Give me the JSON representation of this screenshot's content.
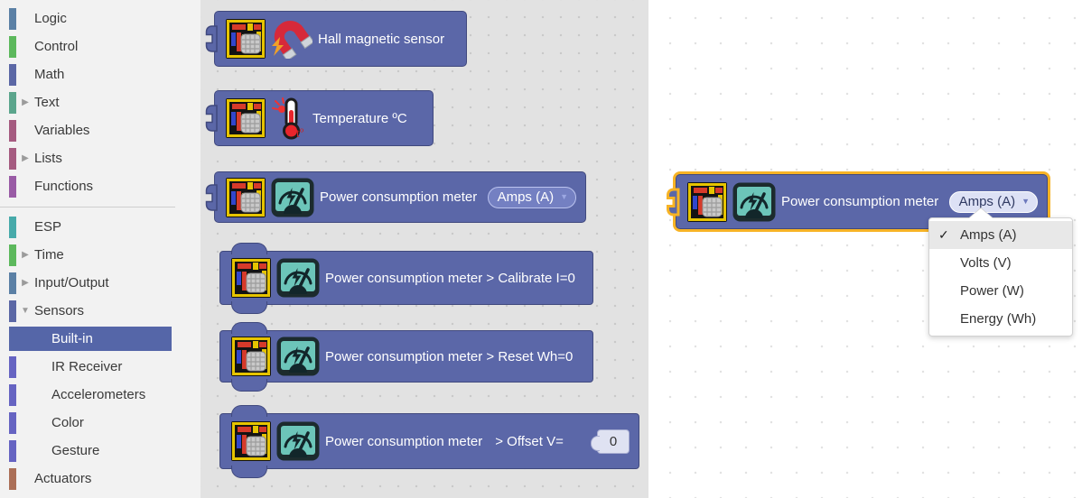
{
  "sidebar": {
    "items": [
      {
        "label": "Logic",
        "color": "#5b80a5"
      },
      {
        "label": "Control",
        "color": "#5cb85c"
      },
      {
        "label": "Math",
        "color": "#5b67a5"
      },
      {
        "label": "Text",
        "color": "#5ba58c",
        "arrow": "right"
      },
      {
        "label": "Variables",
        "color": "#a55b80"
      },
      {
        "label": "Lists",
        "color": "#a55b80",
        "arrow": "right"
      },
      {
        "label": "Functions",
        "color": "#995ba5"
      },
      {
        "type": "separator"
      },
      {
        "label": "ESP",
        "color": "#47aaaa"
      },
      {
        "label": "Time",
        "color": "#5cb85c",
        "arrow": "right"
      },
      {
        "label": "Input/Output",
        "color": "#5b80a5",
        "arrow": "right"
      },
      {
        "label": "Sensors",
        "color": "#5b67a5",
        "arrow": "down"
      },
      {
        "label": "Built-in",
        "color": "#5566a8",
        "indent": true,
        "selected": true
      },
      {
        "label": "IR Receiver",
        "color": "#6664c2",
        "indent": true
      },
      {
        "label": "Accelerometers",
        "color": "#6664c2",
        "indent": true
      },
      {
        "label": "Color",
        "color": "#6664c2",
        "indent": true
      },
      {
        "label": "Gesture",
        "color": "#6664c2",
        "indent": true
      },
      {
        "label": "Actuators",
        "color": "#ab6f57"
      }
    ]
  },
  "blocks": {
    "hall": {
      "label": "Hall magnetic sensor",
      "icons": [
        "esp-board-icon",
        "magnet-icon"
      ]
    },
    "temperature": {
      "label": "Temperature ºC",
      "icons": [
        "esp-board-icon",
        "thermometer-icon"
      ]
    },
    "power_meter": {
      "label": "Power consumption meter",
      "dropdown_value": "Amps (A)",
      "icons": [
        "esp-board-icon",
        "power-meter-icon"
      ]
    },
    "calibrate": {
      "label": "Power consumption meter > Calibrate I=0",
      "icons": [
        "esp-board-icon",
        "power-meter-icon"
      ]
    },
    "reset": {
      "label": "Power consumption meter > Reset Wh=0",
      "icons": [
        "esp-board-icon",
        "power-meter-icon"
      ]
    },
    "offset": {
      "label": "Power consumption meter",
      "label2": "> Offset V=",
      "value": "0",
      "icons": [
        "esp-board-icon",
        "power-meter-icon"
      ]
    }
  },
  "workspace": {
    "selected_block": {
      "label": "Power consumption meter",
      "dropdown_value": "Amps (A)",
      "selected": true
    },
    "dropdown_menu": {
      "items": [
        {
          "label": "Amps (A)",
          "checked": true,
          "highlighted": true
        },
        {
          "label": "Volts (V)"
        },
        {
          "label": "Power (W)"
        },
        {
          "label": "Energy (Wh)"
        }
      ]
    }
  },
  "colors": {
    "block_fill": "#5b67a8",
    "block_border": "#40497e",
    "selection_highlight": "#f7b325",
    "dropdown_field_closed": "#7480c2",
    "dropdown_field_open": "#dde1f5",
    "sidebar_background": "#f2f2f2",
    "flyout_background": "#e2e2e2",
    "menu_item_highlight": "#e8e8e8"
  }
}
